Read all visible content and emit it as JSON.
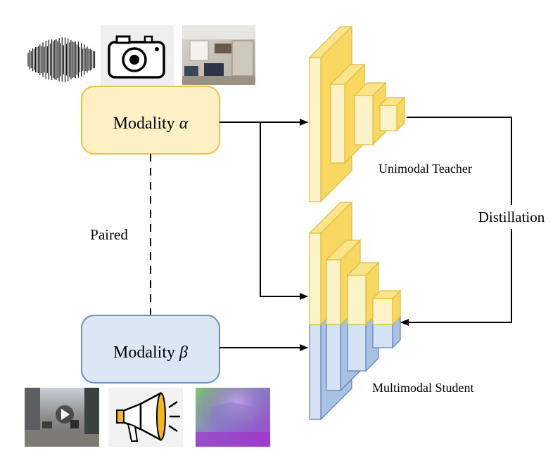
{
  "modality_alpha": {
    "label": "Modality ",
    "symbol": "α"
  },
  "modality_beta": {
    "label": "Modality ",
    "symbol": "β"
  },
  "paired_label": "Paired",
  "teacher_label": "Unimodal Teacher",
  "student_label": "Multimodal Student",
  "distillation_label": "Distillation",
  "colors": {
    "alpha_fill": "#fdf0c4",
    "alpha_stroke": "#e8c24a",
    "beta_fill": "#dce7f6",
    "beta_stroke": "#6d8fc2",
    "teacher_front": "#fdf3c8",
    "teacher_side": "#f8d860",
    "student_front_blue": "#d6e3f4",
    "student_side_blue": "#a9c1e3"
  },
  "icons": {
    "alpha": [
      "waveform-icon",
      "camera-icon",
      "indoor-room-photo-icon"
    ],
    "beta": [
      "street-video-thumbnail-icon",
      "megaphone-icon",
      "depth-map-icon"
    ]
  }
}
